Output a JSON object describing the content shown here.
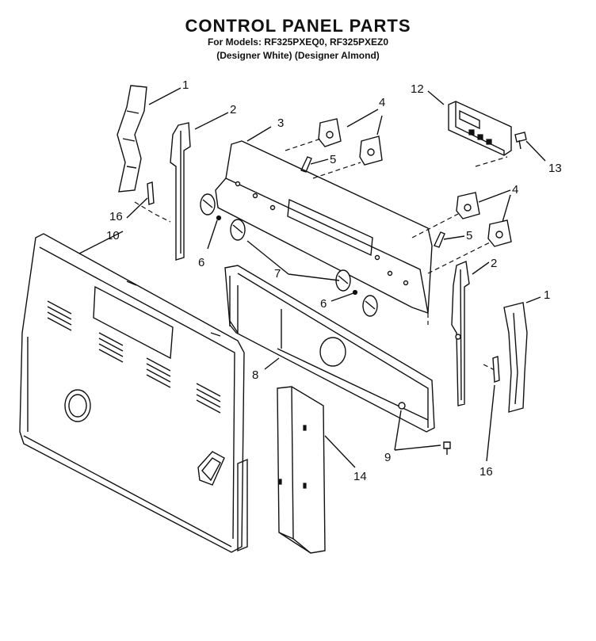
{
  "header": {
    "title": "CONTROL PANEL PARTS",
    "models": "For Models: RF325PXEQ0, RF325PXEZ0",
    "colors": "(Designer White) (Designer Almond)"
  },
  "callouts": {
    "c1a": "1",
    "c1b": "1",
    "c2a": "2",
    "c2b": "2",
    "c3": "3",
    "c4a": "4",
    "c4b": "4",
    "c5a": "5",
    "c5b": "5",
    "c6a": "6",
    "c6b": "6",
    "c7": "7",
    "c8": "8",
    "c9": "9",
    "c10": "10",
    "c12": "12",
    "c13": "13",
    "c14": "14",
    "c16a": "16",
    "c16b": "16"
  }
}
